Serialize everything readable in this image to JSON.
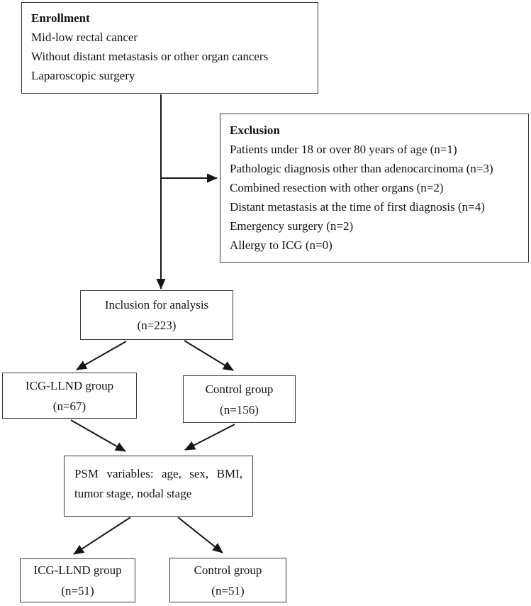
{
  "figure": {
    "boxes": {
      "enrollment": {
        "title": "Enrollment",
        "lines": [
          "Mid-low rectal cancer",
          "Without distant metastasis or other organ cancers",
          "Laparoscopic surgery"
        ]
      },
      "exclusion": {
        "title": "Exclusion",
        "lines": [
          "Patients under 18 or over 80 years of age (n=1)",
          "Pathologic diagnosis other than adenocarcinoma (n=3)",
          "Combined resection with other organs (n=2)",
          "Distant metastasis at the time of first diagnosis (n=4)",
          "Emergency surgery (n=2)",
          "Allergy to ICG (n=0)"
        ]
      },
      "inclusion": {
        "line1": "Inclusion for analysis",
        "line2": "(n=223)"
      },
      "icg_group": {
        "line1": "ICG-LLND group",
        "line2": "(n=67)"
      },
      "control_group": {
        "line1": "Control group",
        "line2": "(n=156)"
      },
      "psm": {
        "line1": "PSM variables: age, sex, BMI,",
        "line2": "tumor stage, nodal stage"
      },
      "icg_group_matched": {
        "line1": "ICG-LLND group",
        "line2": "(n=51)"
      },
      "control_group_matched": {
        "line1": "Control group",
        "line2": "(n=51)"
      }
    },
    "colors": {
      "background": "#ffffff",
      "box_border": "#3a3a3a",
      "text": "#141414",
      "arrow": "#161616"
    }
  }
}
